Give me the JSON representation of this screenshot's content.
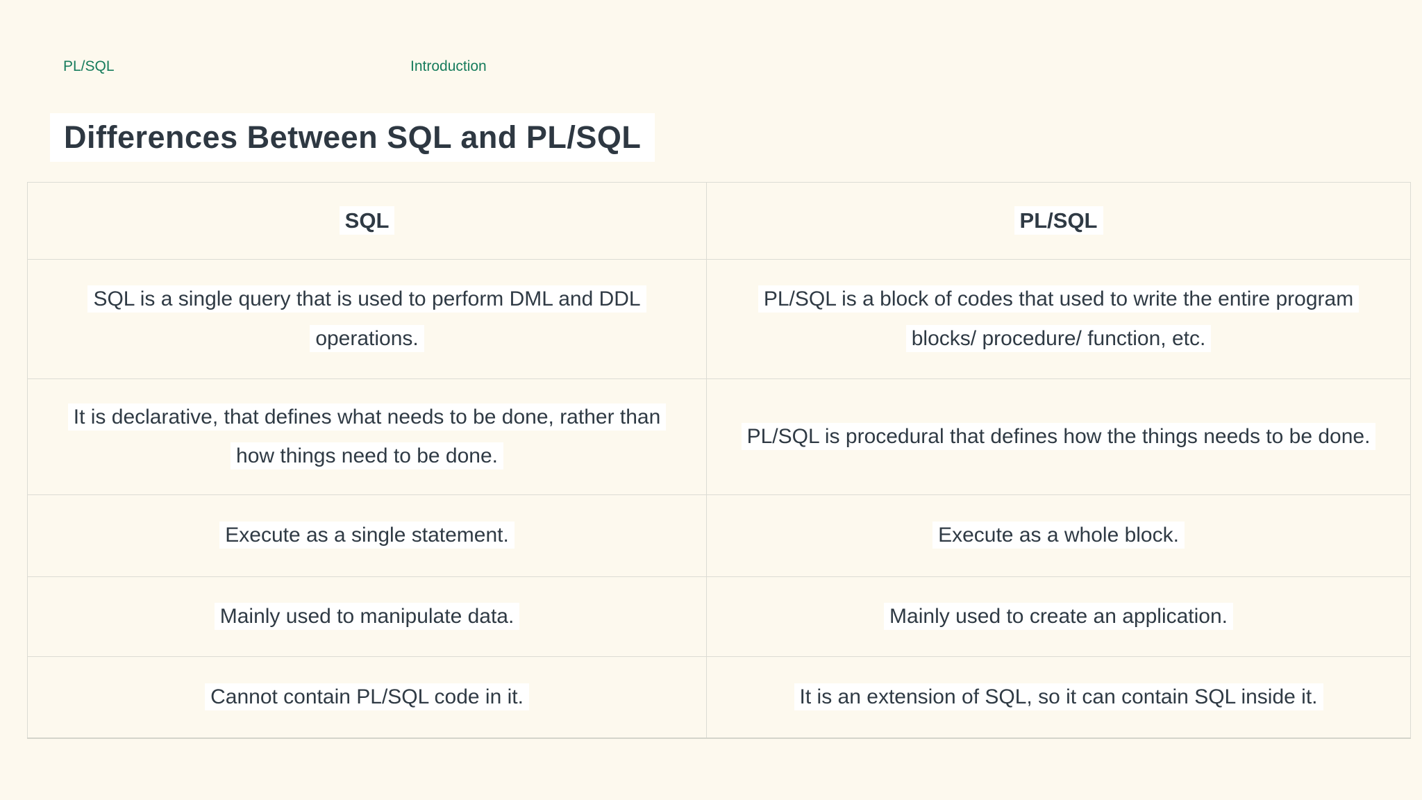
{
  "breadcrumb": {
    "links": [
      {
        "label": "PL/SQL"
      },
      {
        "label": "Introduction"
      }
    ]
  },
  "title": "Differences Between SQL and PL/SQL",
  "table": {
    "headers": {
      "sql": "SQL",
      "plsql": "PL/SQL"
    },
    "rows": [
      {
        "sql": "SQL is a single query that is used to perform DML and DDL operations.",
        "plsql": "PL/SQL is a block of codes that used to write the entire program blocks/ procedure/ function, etc."
      },
      {
        "sql": "It is declarative, that defines what needs to be done, rather than how things need to be done.",
        "plsql": "PL/SQL is procedural that defines how the things needs to be done."
      },
      {
        "sql": "Execute as a single statement.",
        "plsql": "Execute as a whole block."
      },
      {
        "sql": "Mainly used to manipulate data.",
        "plsql": "Mainly used to create an application."
      },
      {
        "sql": "Cannot contain PL/SQL code in it.",
        "plsql": "It is an extension of SQL, so it can contain SQL inside it."
      }
    ]
  },
  "colors": {
    "page_background": "#FDF9EE",
    "text": "#2F3A44",
    "link_green": "#177C5C",
    "table_border": "#DCDCD4",
    "text_highlight": "#FFFFFF"
  }
}
